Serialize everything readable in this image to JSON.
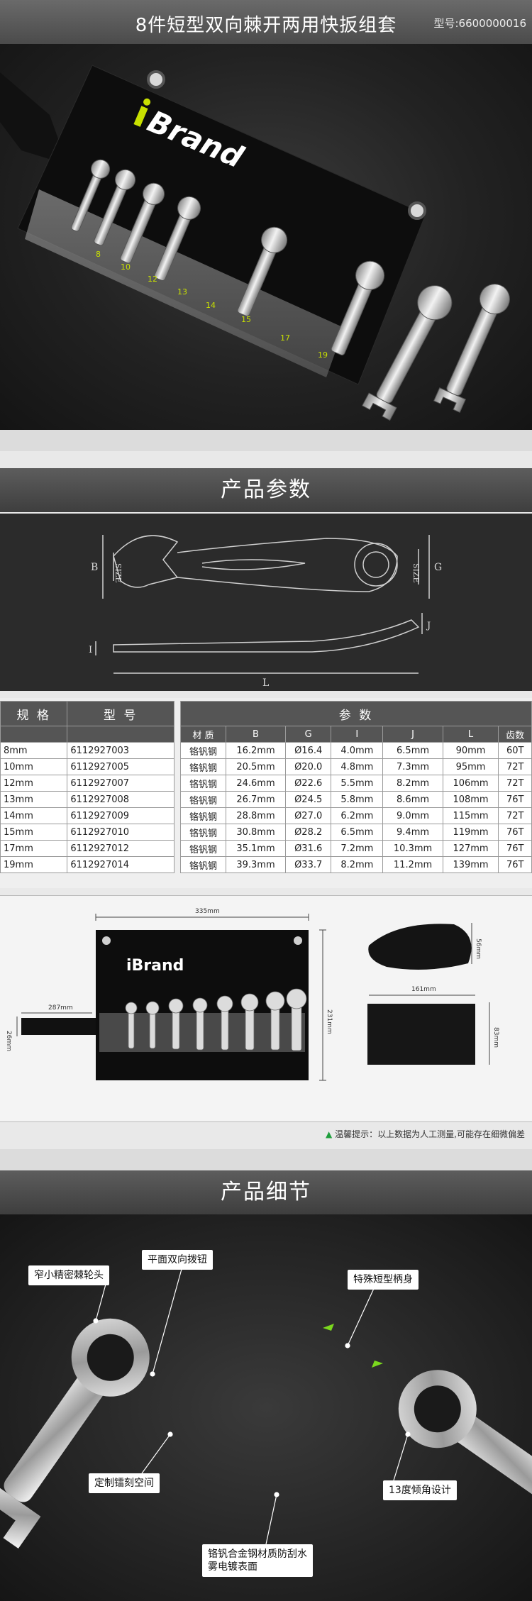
{
  "header": {
    "title": "8件短型双向棘开两用快扳组套",
    "model": "型号:6600000016"
  },
  "hero": {
    "brand": "iBrand",
    "size_marks": [
      "8",
      "10",
      "12",
      "13",
      "14",
      "15",
      "17",
      "19"
    ]
  },
  "params_section": {
    "title": "产品参数"
  },
  "diagram": {
    "labels": {
      "size": "SIZE",
      "b": "B",
      "g": "G",
      "j": "J",
      "i": "I",
      "l": "L"
    }
  },
  "table_left": {
    "headers": [
      "规 格",
      "型 号"
    ],
    "rows": [
      [
        "8mm",
        "6112927003"
      ],
      [
        "10mm",
        "6112927005"
      ],
      [
        "12mm",
        "6112927007"
      ],
      [
        "13mm",
        "6112927008"
      ],
      [
        "14mm",
        "6112927009"
      ],
      [
        "15mm",
        "6112927010"
      ],
      [
        "17mm",
        "6112927012"
      ],
      [
        "19mm",
        "6112927014"
      ]
    ]
  },
  "table_right": {
    "header": "参 数",
    "columns": [
      "材 质",
      "B",
      "G",
      "I",
      "J",
      "L",
      "齿数"
    ],
    "rows": [
      [
        "铬钒钢",
        "16.2mm",
        "Ø16.4",
        "4.0mm",
        "6.5mm",
        "90mm",
        "60T"
      ],
      [
        "铬钒钢",
        "20.5mm",
        "Ø20.0",
        "4.8mm",
        "7.3mm",
        "95mm",
        "72T"
      ],
      [
        "铬钒钢",
        "24.6mm",
        "Ø22.6",
        "5.5mm",
        "8.2mm",
        "106mm",
        "72T"
      ],
      [
        "铬钒钢",
        "26.7mm",
        "Ø24.5",
        "5.8mm",
        "8.6mm",
        "108mm",
        "76T"
      ],
      [
        "铬钒钢",
        "28.8mm",
        "Ø27.0",
        "6.2mm",
        "9.0mm",
        "115mm",
        "72T"
      ],
      [
        "铬钒钢",
        "30.8mm",
        "Ø28.2",
        "6.5mm",
        "9.4mm",
        "119mm",
        "76T"
      ],
      [
        "铬钒钢",
        "35.1mm",
        "Ø31.6",
        "7.2mm",
        "10.3mm",
        "127mm",
        "76T"
      ],
      [
        "铬钒钢",
        "39.3mm",
        "Ø33.7",
        "8.2mm",
        "11.2mm",
        "139mm",
        "76T"
      ]
    ]
  },
  "dimensions": {
    "pouch_width": "335mm",
    "pouch_height": "231mm",
    "strap_length": "287mm",
    "strap_width": "26mm",
    "rolled_height": "56mm",
    "rolled_length": "161mm",
    "rolled_depth": "83mm",
    "brand": "iBrand"
  },
  "note": "温馨提示：以上数据为人工测量,可能存在细微偏差",
  "detail_section": {
    "title": "产品细节",
    "callouts": {
      "head": "窄小精密棘轮头",
      "switch": "平面双向拨钮",
      "handle": "特殊短型柄身",
      "engrave": "定制镭刻空间",
      "angle": "13度倾角设计",
      "material": "铬钒合金钢材质防刮水雾电镀表面"
    }
  },
  "colors": {
    "accent_green": "#c8e000",
    "note_green": "#1e9e3c",
    "band_gray": "#4b4b4b"
  }
}
